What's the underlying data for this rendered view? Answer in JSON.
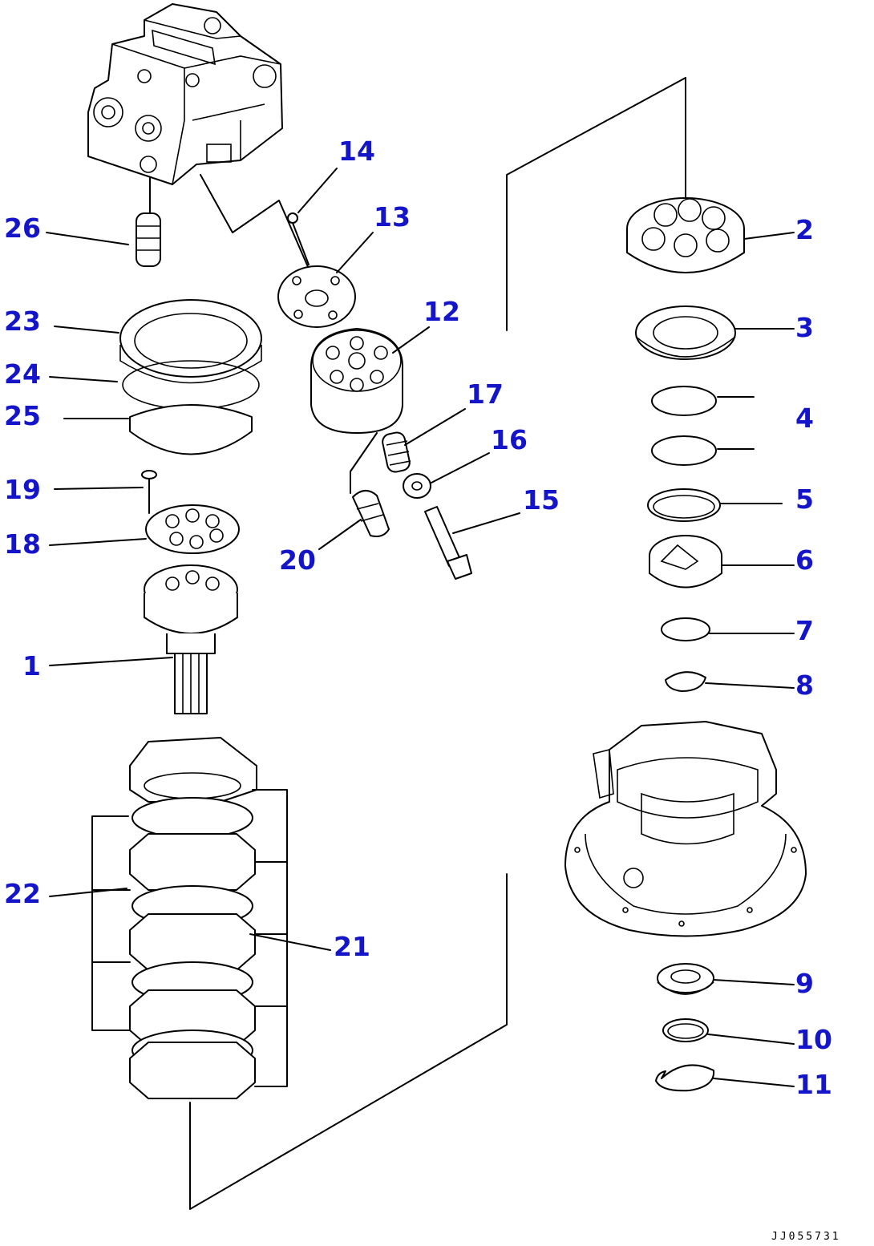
{
  "callouts": [
    "1",
    "2",
    "3",
    "4",
    "5",
    "6",
    "7",
    "8",
    "9",
    "10",
    "11",
    "12",
    "13",
    "14",
    "15",
    "16",
    "17",
    "18",
    "19",
    "20",
    "21",
    "22",
    "23",
    "24",
    "25",
    "26"
  ],
  "drawing_code": "JJ055731"
}
